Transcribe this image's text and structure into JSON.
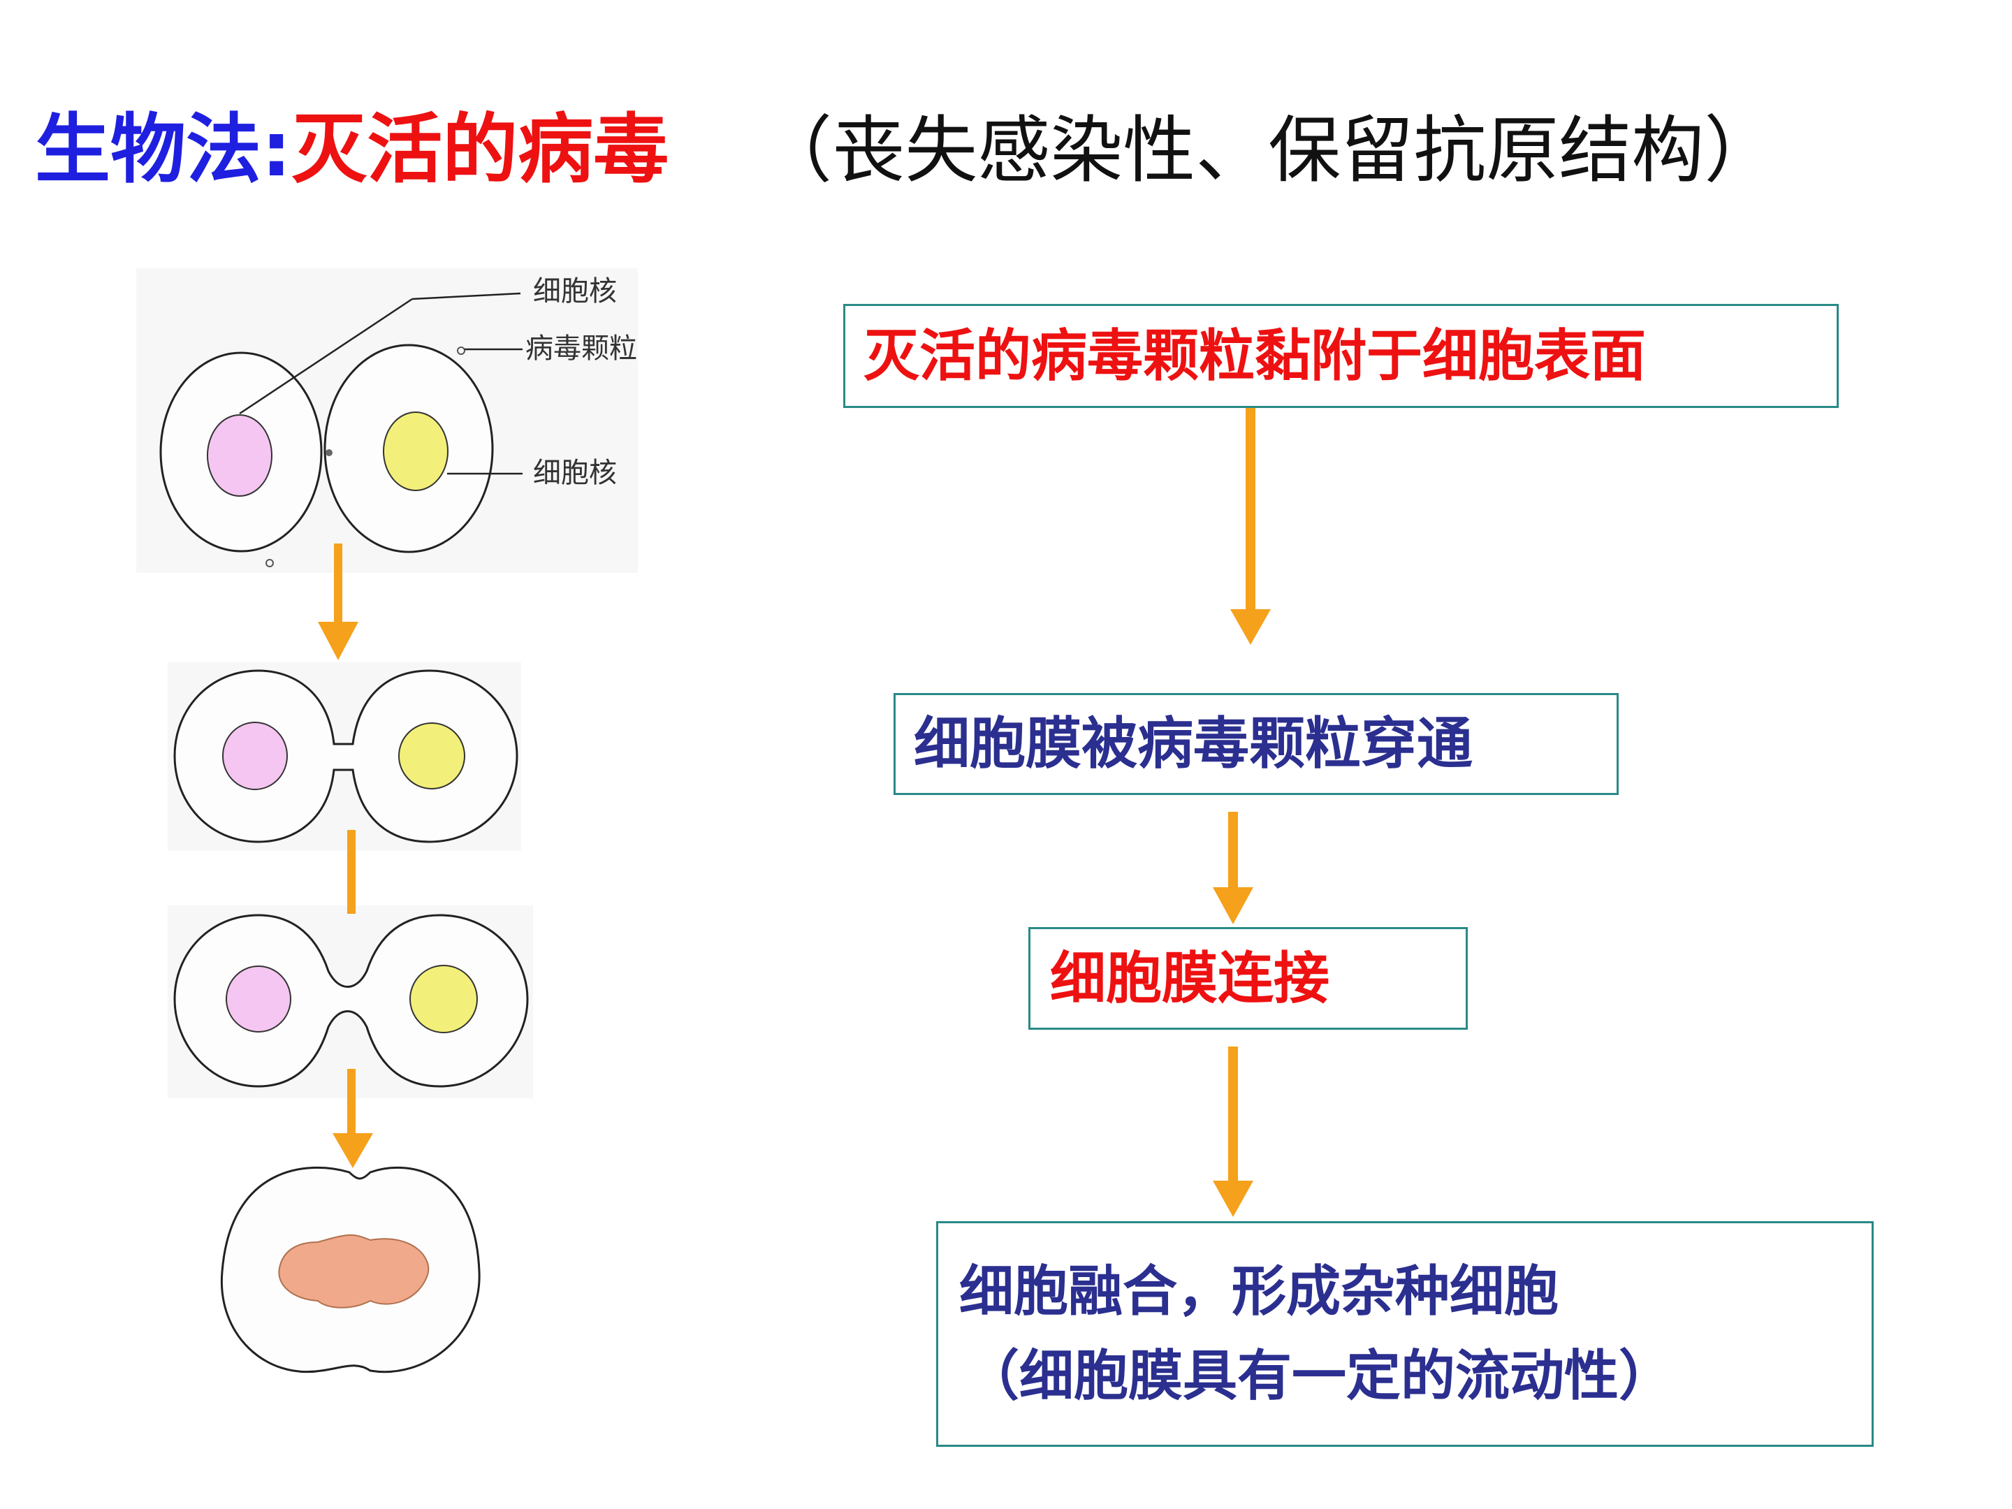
{
  "title": {
    "prefix": "生物法:",
    "main": "灭活的病毒",
    "note": "（丧失感染性、保留抗原结构）"
  },
  "illustration": {
    "labels": {
      "nucleus_top": "细胞核",
      "virus_particle": "病毒颗粒",
      "nucleus_right": "细胞核"
    }
  },
  "flowchart": {
    "step1": "灭活的病毒颗粒黏附于细胞表面",
    "step2": "细胞膜被病毒颗粒穿通",
    "step3": "细胞膜连接",
    "step4_line1": "细胞融合，形成杂种细胞",
    "step4_line2": "（细胞膜具有一定的流动性）"
  },
  "colors": {
    "title_blue": "#1f1fe0",
    "red": "#ee1111",
    "navy": "#2b2f8f",
    "box_border": "#2a8a86",
    "arrow_orange": "#f5a11c",
    "nucleus_pink": "#f5c6f2",
    "nucleus_yellow": "#f2f07a",
    "fused_nucleus": "#f0a98a"
  }
}
